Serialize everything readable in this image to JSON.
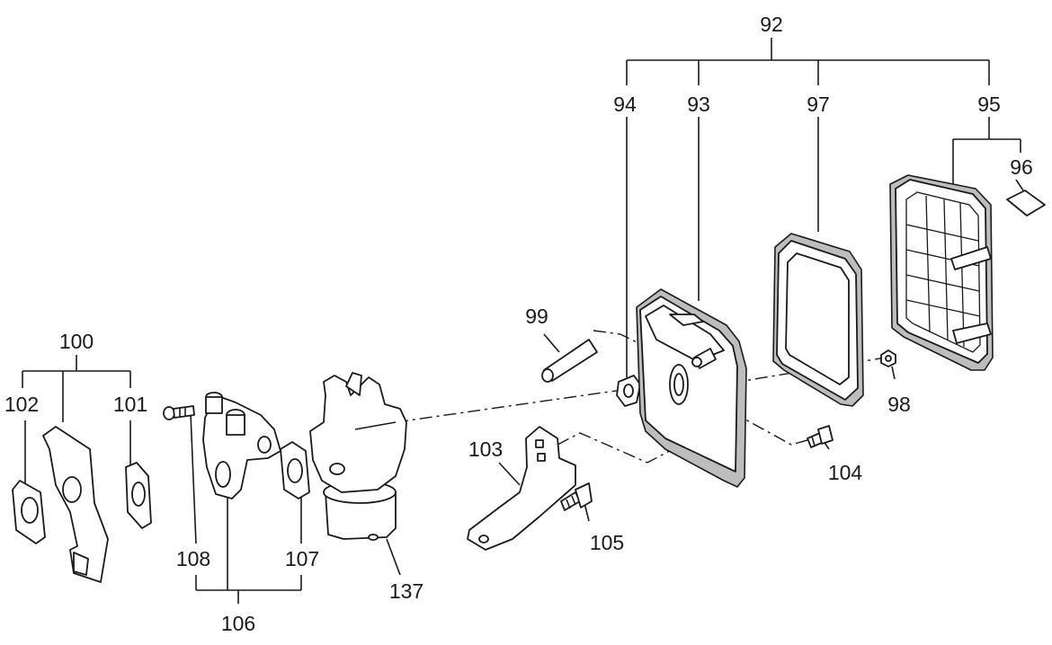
{
  "labels": {
    "p92": "92",
    "p93": "93",
    "p94": "94",
    "p95": "95",
    "p96": "96",
    "p97": "97",
    "p98": "98",
    "p99": "99",
    "p100": "100",
    "p101": "101",
    "p102": "102",
    "p103": "103",
    "p104": "104",
    "p105": "105",
    "p106": "106",
    "p107": "107",
    "p108": "108",
    "p137": "137"
  },
  "colors": {
    "ink": "#1a1a1a",
    "shade": "#bdbdbd",
    "background": "#ffffff"
  }
}
